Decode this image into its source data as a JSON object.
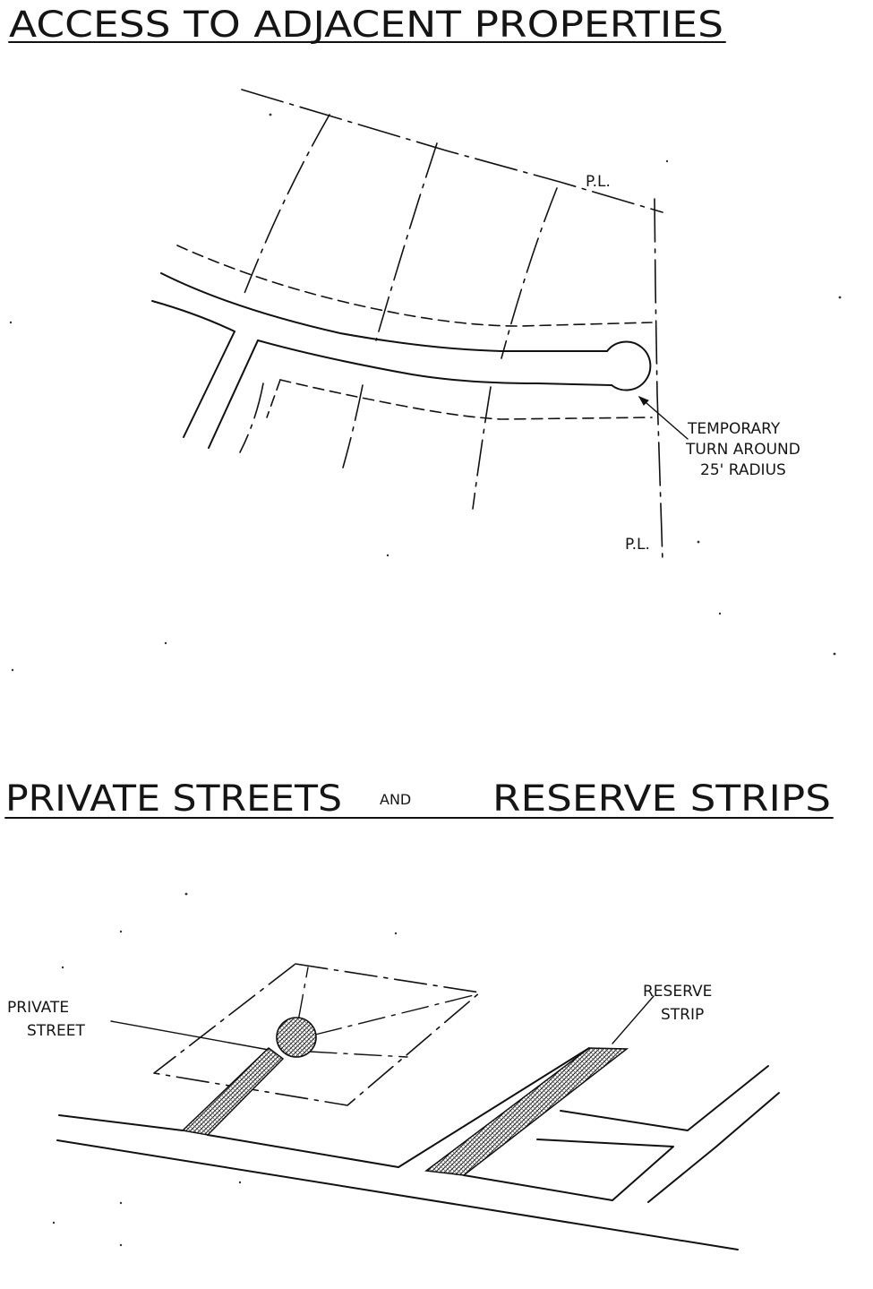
{
  "section1": {
    "title": "ACCESS TO ADJACENT PROPERTIES",
    "pl_top": "P.L.",
    "pl_bottom": "P.L.",
    "turnaround_line1": "TEMPORARY",
    "turnaround_line2": "TURN AROUND",
    "turnaround_line3": "25' RADIUS"
  },
  "section2": {
    "title_part1": "PRIVATE STREETS",
    "title_and": "AND",
    "title_part2": "RESERVE STRIPS",
    "private_street_line1": "PRIVATE",
    "private_street_line2": "STREET",
    "reserve_strip_line1": "RESERVE",
    "reserve_strip_line2": "STRIP"
  },
  "colors": {
    "ink": "#111111",
    "paper": "#ffffff"
  }
}
